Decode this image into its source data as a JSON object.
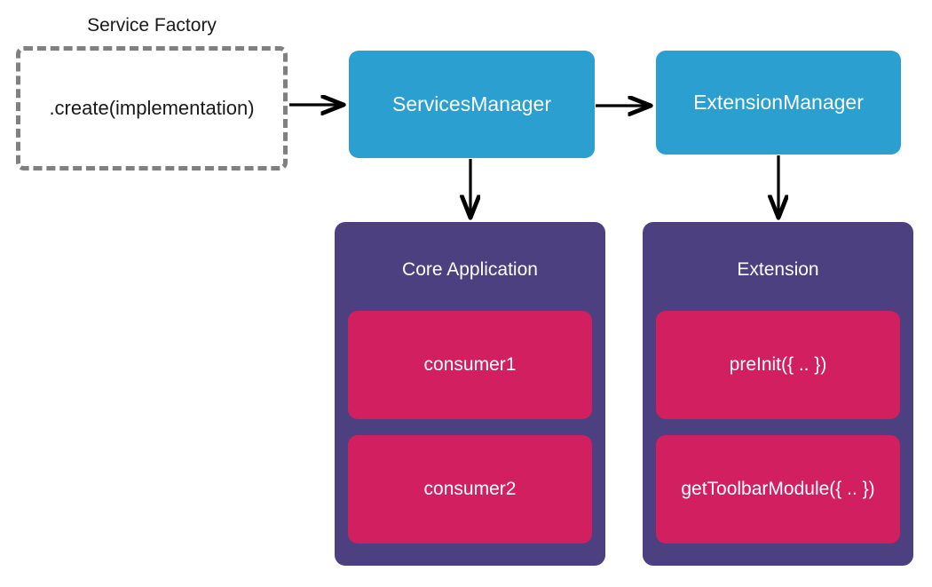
{
  "diagram": {
    "title": "Service Factory",
    "factory": {
      "label": ".create(implementation)",
      "border_color": "#808080",
      "style": "dashed"
    },
    "managers": [
      {
        "id": "services-manager",
        "label": "ServicesManager",
        "color": "#2a9fd0"
      },
      {
        "id": "extension-manager",
        "label": "ExtensionManager",
        "color": "#2a9fd0"
      }
    ],
    "groups": [
      {
        "id": "group-core",
        "title": "Core Application",
        "color": "#4d4080",
        "items": [
          {
            "label": "consumer1",
            "color": "#d11f5f"
          },
          {
            "label": "consumer2",
            "color": "#d11f5f"
          }
        ]
      },
      {
        "id": "group-extension",
        "title": "Extension",
        "color": "#4d4080",
        "items": [
          {
            "label": "preInit({ .. })",
            "color": "#d11f5f"
          },
          {
            "label": "getToolbarModule({ .. })",
            "color": "#d11f5f"
          }
        ]
      }
    ],
    "connectors": [
      {
        "name": "factory-to-services-manager",
        "from": "factory",
        "to": "services-manager",
        "direction": "right"
      },
      {
        "name": "services-manager-to-extension-manager",
        "from": "services-manager",
        "to": "extension-manager",
        "direction": "right"
      },
      {
        "name": "services-manager-to-core-application",
        "from": "services-manager",
        "to": "group-core",
        "direction": "down"
      },
      {
        "name": "extension-manager-to-extension",
        "from": "extension-manager",
        "to": "group-extension",
        "direction": "down"
      }
    ],
    "arrow_color": "#000000",
    "background": "#ffffff"
  }
}
